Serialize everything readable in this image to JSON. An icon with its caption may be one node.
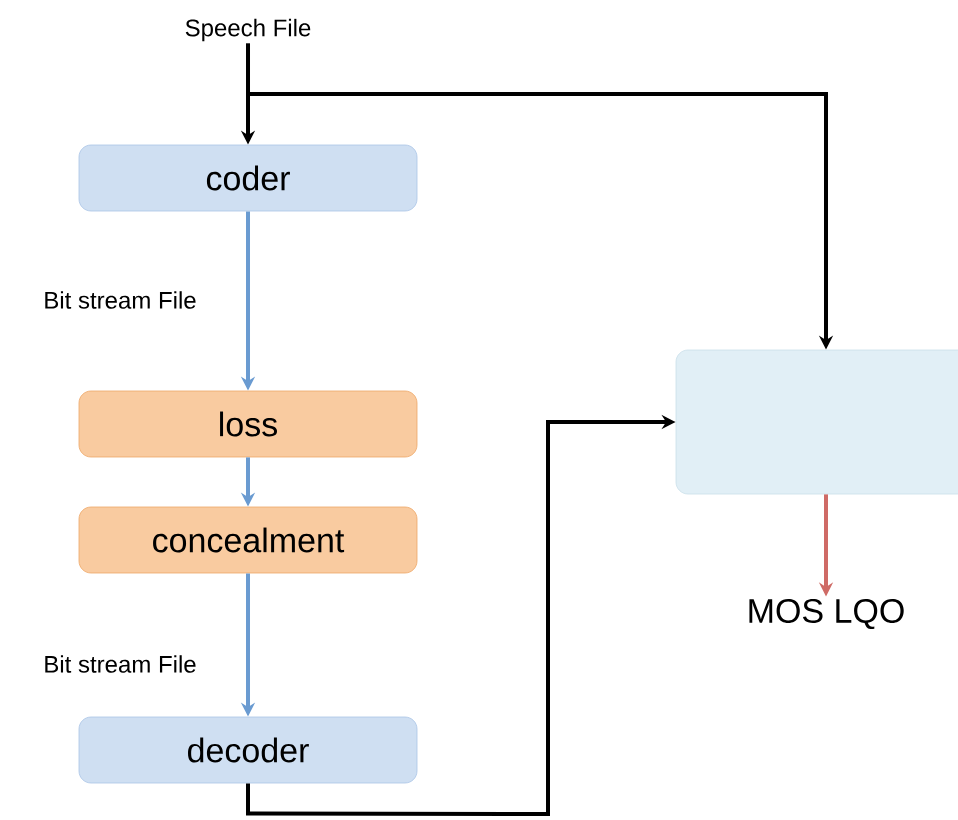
{
  "diagram": {
    "nodes": [
      {
        "text": [
          "Speech File"
        ]
      },
      {
        "text": [
          "coder"
        ]
      },
      {
        "text": [
          "loss"
        ]
      },
      {
        "text": [
          "concealment"
        ]
      },
      {
        "text": [
          "decoder"
        ]
      },
      {
        "text": [],
        "shape": "box"
      },
      {
        "text": [
          "MOS LQO"
        ]
      }
    ],
    "edges": [
      {
        "from": 0,
        "to": 1,
        "arrow": "to",
        "color": "#000000"
      },
      {
        "from": 0,
        "to": 5,
        "arrow": "to",
        "color": "#000000"
      },
      {
        "from": 1,
        "to": 2,
        "arrow": "to",
        "label": "Bit stream File",
        "color": "#6a9bd1"
      },
      {
        "from": 2,
        "to": 3,
        "arrow": "to",
        "color": "#6a9bd1"
      },
      {
        "from": 3,
        "to": 4,
        "arrow": "to",
        "label": "Bit stream File",
        "color": "#6a9bd1"
      },
      {
        "from": 4,
        "to": 5,
        "arrow": "to",
        "color": "#000000"
      },
      {
        "from": 5,
        "to": 6,
        "arrow": "to",
        "color": "#cf6b66"
      }
    ]
  }
}
